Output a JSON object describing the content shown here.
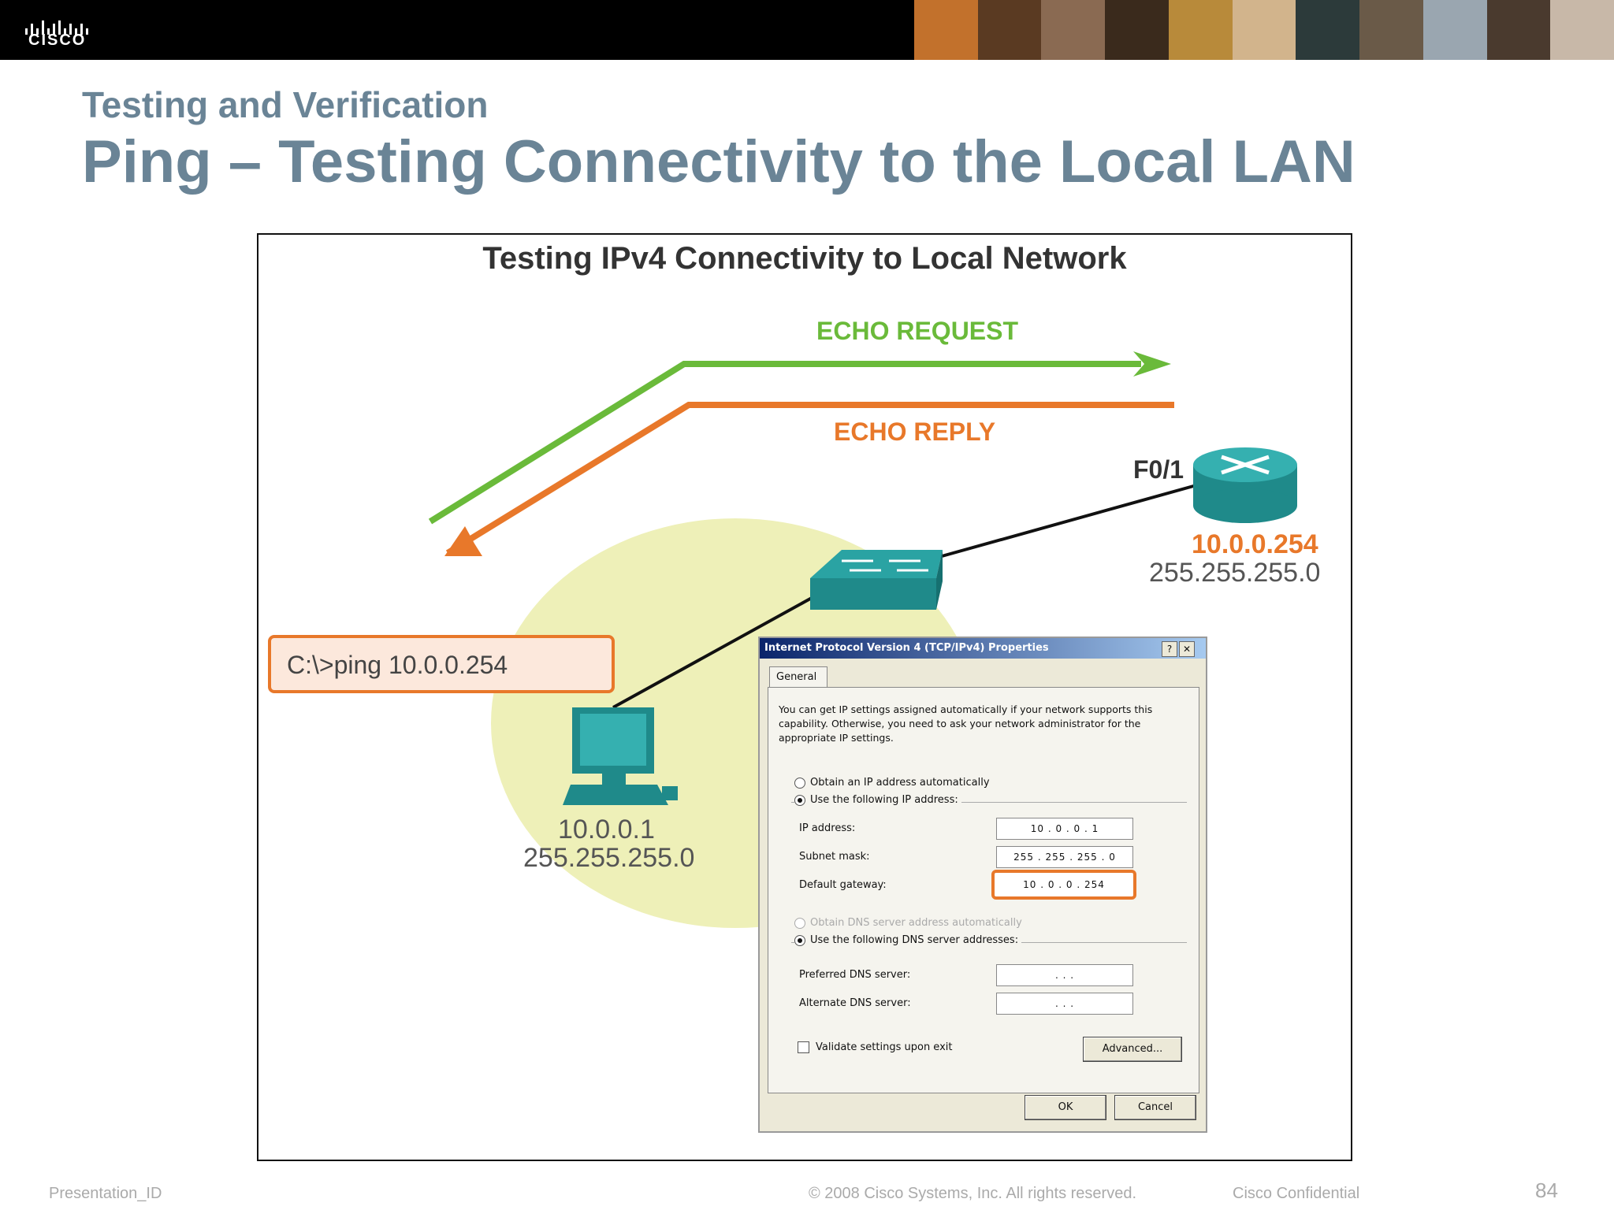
{
  "header": {
    "logo_text": "CISCO",
    "subtitle": "Testing and Verification",
    "title": "Ping – Testing Connectivity to the Local LAN"
  },
  "figure": {
    "title": "Testing IPv4 Connectivity to Local Network",
    "echo_request": "ECHO REQUEST",
    "echo_reply": "ECHO REPLY",
    "router_port": "F0/1",
    "router_ip": "10.0.0.254",
    "router_mask": "255.255.255.0",
    "pc_ip": "10.0.0.1",
    "pc_mask": "255.255.255.0",
    "command": "C:\\>ping 10.0.0.254",
    "colors": {
      "request": "#6aba3a",
      "reply": "#e8782a",
      "lan": "#eef0b8",
      "device": "#1f8a8a"
    }
  },
  "dialog": {
    "title": "Internet Protocol Version 4 (TCP/IPv4) Properties",
    "help_label": "?",
    "close_label": "✕",
    "tab": "General",
    "description": "You can get IP settings assigned automatically if your network supports this capability. Otherwise, you need to ask your network administrator for the appropriate IP settings.",
    "obtain_auto": "Obtain an IP address automatically",
    "use_following": "Use the following IP address:",
    "ip_label": "IP address:",
    "ip_value": "10 . 0 . 0 . 1",
    "mask_label": "Subnet mask:",
    "mask_value": "255 . 255 . 255 . 0",
    "gateway_label": "Default gateway:",
    "gateway_value": "10 . 0 . 0 . 254",
    "dns_auto": "Obtain DNS server address automatically",
    "dns_use": "Use the following DNS server addresses:",
    "dns_pref_label": "Preferred DNS server:",
    "dns_alt_label": "Alternate DNS server:",
    "dns_empty": ".   .   .",
    "validate": "Validate settings upon exit",
    "advanced": "Advanced...",
    "ok": "OK",
    "cancel": "Cancel"
  },
  "footer": {
    "left": "Presentation_ID",
    "center": "© 2008 Cisco Systems, Inc. All rights reserved.",
    "right": "Cisco Confidential",
    "page": "84"
  }
}
